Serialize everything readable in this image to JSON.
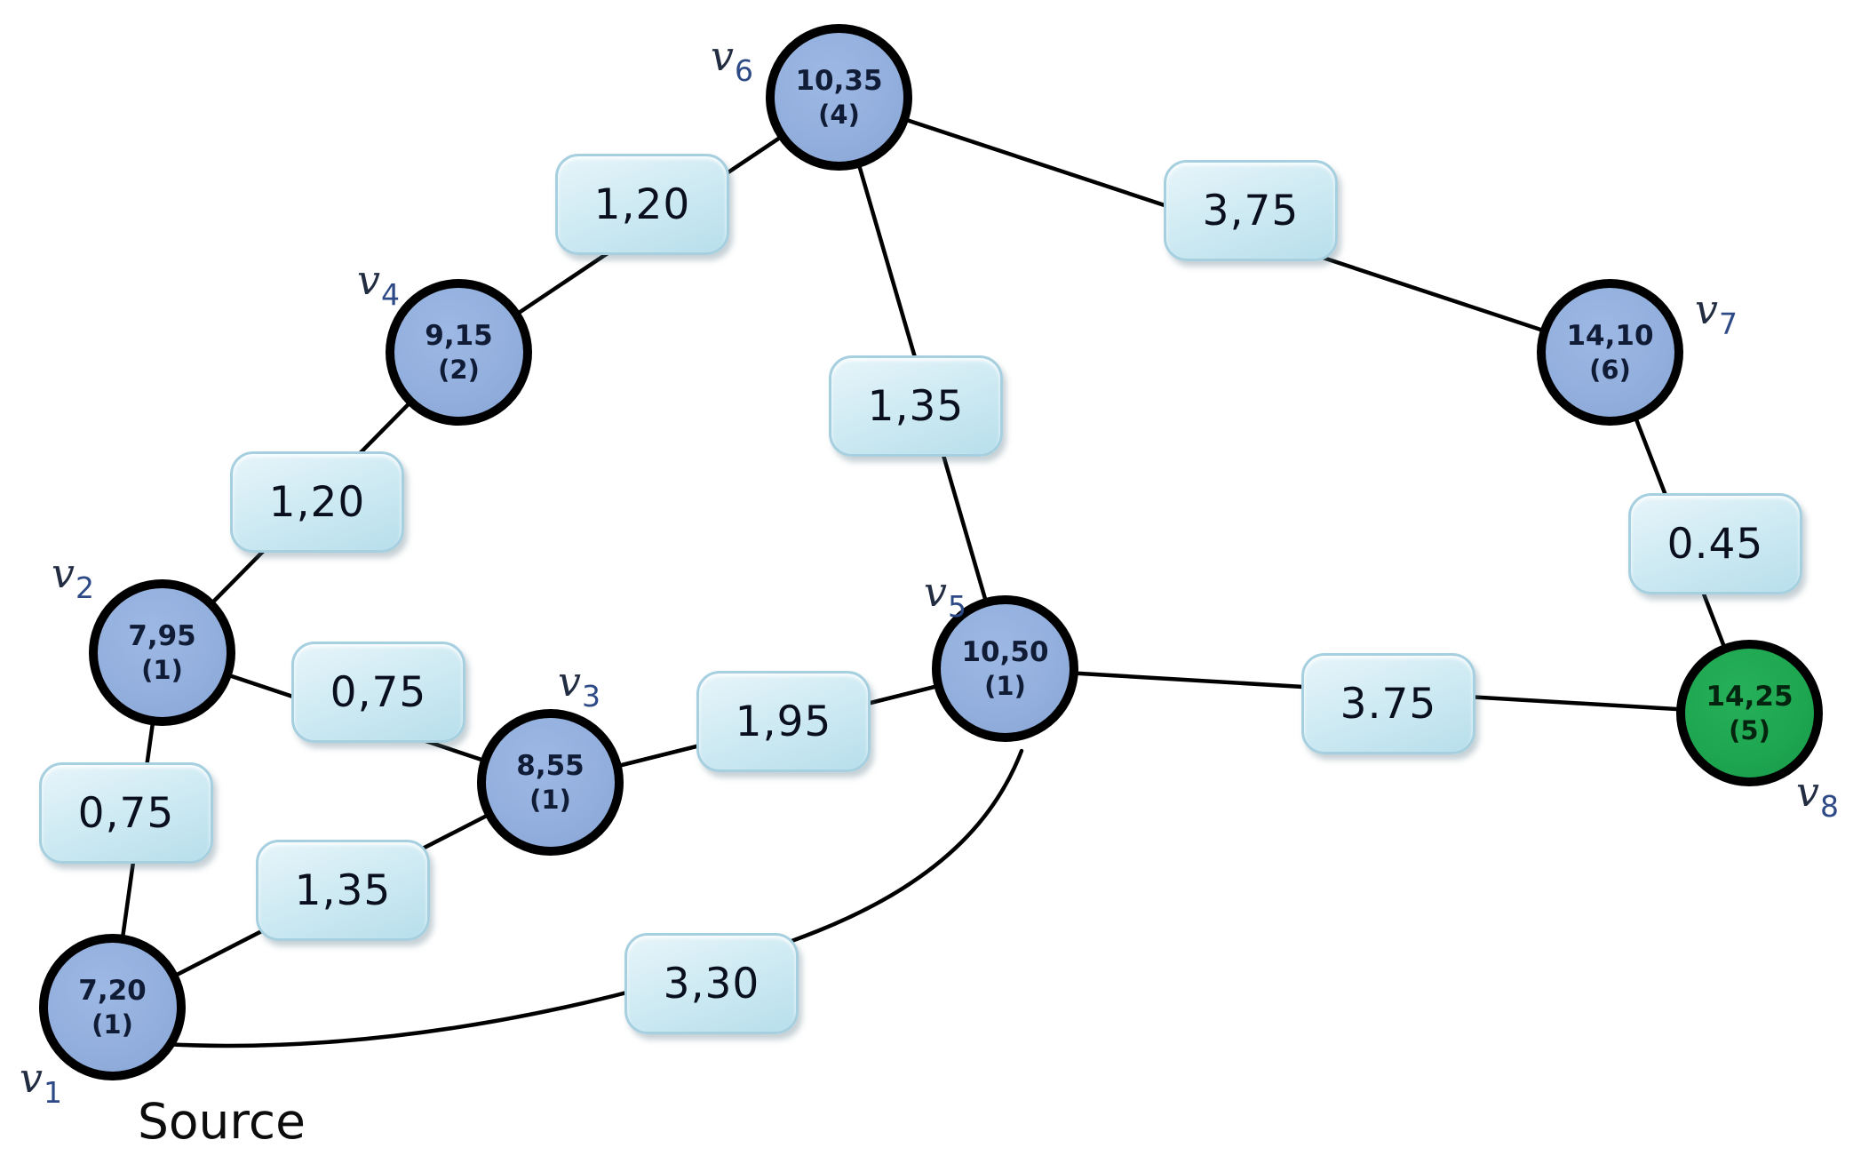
{
  "annotations": {
    "source_label": "Source"
  },
  "colors": {
    "node_fill": "#93afdd",
    "target_node_fill": "#1ea750",
    "node_border": "#000000",
    "edge_box_fill_top": "#e7f5fa",
    "edge_box_fill_bottom": "#b7dfec",
    "edge_line": "#000000"
  },
  "nodes": [
    {
      "id": "v1",
      "label_base": "v",
      "label_sub": "1",
      "value": "7,20",
      "count": "(1)",
      "role": "source"
    },
    {
      "id": "v2",
      "label_base": "v",
      "label_sub": "2",
      "value": "7,95",
      "count": "(1)",
      "role": "normal"
    },
    {
      "id": "v3",
      "label_base": "v",
      "label_sub": "3",
      "value": "8,55",
      "count": "(1)",
      "role": "normal"
    },
    {
      "id": "v4",
      "label_base": "v",
      "label_sub": "4",
      "value": "9,15",
      "count": "(2)",
      "role": "normal"
    },
    {
      "id": "v5",
      "label_base": "v",
      "label_sub": "5",
      "value": "10,50",
      "count": "(1)",
      "role": "normal"
    },
    {
      "id": "v6",
      "label_base": "v",
      "label_sub": "6",
      "value": "10,35",
      "count": "(4)",
      "role": "normal"
    },
    {
      "id": "v7",
      "label_base": "v",
      "label_sub": "7",
      "value": "14,10",
      "count": "(6)",
      "role": "normal"
    },
    {
      "id": "v8",
      "label_base": "v",
      "label_sub": "8",
      "value": "14,25",
      "count": "(5)",
      "role": "target"
    }
  ],
  "edges": [
    {
      "from": "v4",
      "to": "v6",
      "weight": "1,20"
    },
    {
      "from": "v6",
      "to": "v7",
      "weight": "3,75"
    },
    {
      "from": "v6",
      "to": "v5",
      "weight": "1,35"
    },
    {
      "from": "v2",
      "to": "v4",
      "weight": "1,20"
    },
    {
      "from": "v7",
      "to": "v8",
      "weight": "0.45"
    },
    {
      "from": "v2",
      "to": "v3",
      "weight": "0,75"
    },
    {
      "from": "v5",
      "to": "v8",
      "weight": "3.75"
    },
    {
      "from": "v3",
      "to": "v5",
      "weight": "1,95"
    },
    {
      "from": "v1",
      "to": "v2",
      "weight": "0,75"
    },
    {
      "from": "v1",
      "to": "v3",
      "weight": "1,35"
    },
    {
      "from": "v1",
      "to": "v5",
      "weight": "3,30"
    }
  ]
}
